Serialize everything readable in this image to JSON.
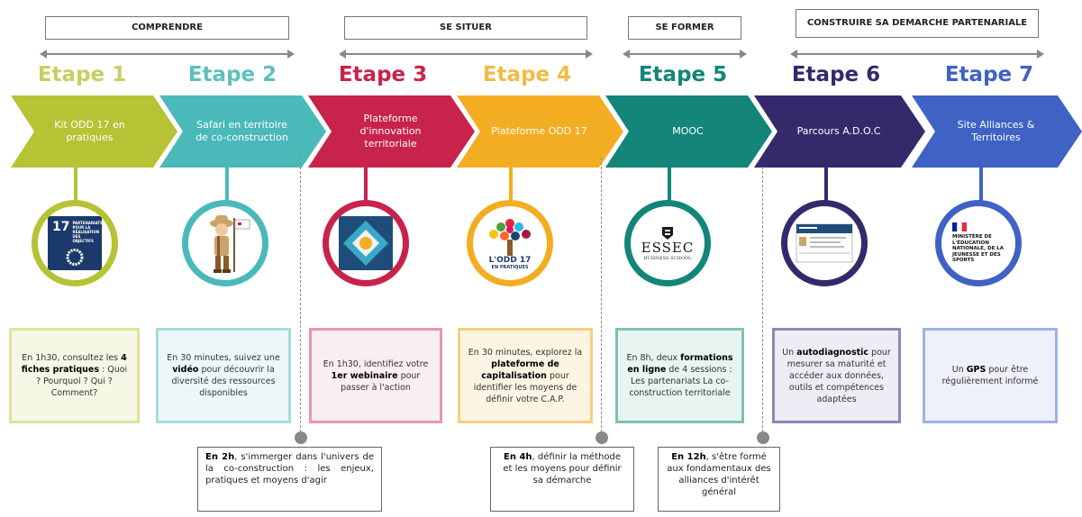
{
  "groups": [
    {
      "label": "COMPRENDRE"
    },
    {
      "label": "SE SITUER"
    },
    {
      "label": "SE FORMER"
    },
    {
      "label": "CONSTRUIRE SA DEMARCHE PARTENARIALE"
    }
  ],
  "steps": [
    {
      "etape": "Etape 1",
      "title": "Kit ODD 17 en pratiques",
      "color": "#b5c334",
      "etape_color": "#c7cf63",
      "card_pre": "En 1h30, consultez les ",
      "card_bold": "4 fiches pratiques",
      "card_post": " : Quoi ? Pourquoi ? Qui ? Comment?",
      "card_bg": "#f7f7e6"
    },
    {
      "etape": "Etape 2",
      "title": "Safari en territoire de co-construction",
      "color": "#4bb9b9",
      "etape_color": "#5fbfbf",
      "card_pre": "En 30 minutes, suivez une ",
      "card_bold": "vidéo",
      "card_post": " pour découvrir la diversité des ressources disponibles",
      "card_bg": "#eef7f7"
    },
    {
      "etape": "Etape 3",
      "title": "Plateforme d'innovation territoriale",
      "color": "#c8234b",
      "etape_color": "#c8234b",
      "card_pre": "En 1h30, identifiez votre ",
      "card_bold": "1er webinaire",
      "card_post": " pour passer à l'action",
      "card_bg": "#fbeef0"
    },
    {
      "etape": "Etape 4",
      "title": "Plateforme ODD 17",
      "color": "#f3ad22",
      "etape_color": "#f2bb45",
      "card_pre": "En 30 minutes, explorez la ",
      "card_bold": "plateforme de capitalisation",
      "card_post": " pour identifier les moyens de définir votre C.A.P.",
      "card_bg": "#fdf5e4"
    },
    {
      "etape": "Etape 5",
      "title": "MOOC",
      "color": "#138579",
      "etape_color": "#138579",
      "card_pre": "En 8h, deux ",
      "card_bold": "formations en ligne",
      "card_post": " de 4 sessions : Les partenariats La co-construction territoriale",
      "card_bg": "#e8f4f2"
    },
    {
      "etape": "Etape 6",
      "title": "Parcours A.D.O.C",
      "color": "#35296b",
      "etape_color": "#35296b",
      "card_pre": "Un ",
      "card_bold": "autodiagnostic",
      "card_post": " pour mesurer sa maturité et accéder aux données, outils et compétences adaptées",
      "card_bg": "#eeedf5"
    },
    {
      "etape": "Etape 7",
      "title": "Site Alliances & Territoires",
      "color": "#3f62c4",
      "etape_color": "#3f62c4",
      "card_pre": "Un ",
      "card_bold": "GPS",
      "card_post": " pour être régulièrement informé",
      "card_bg": "#eef1fa"
    }
  ],
  "logos": {
    "odd17": {
      "number": "17",
      "text": "PARTENARIATS POUR LA RÉALISATION DES OBJECTIFS"
    },
    "tree": {
      "line1": "L'ODD 17",
      "line2": "EN PRATIQUES"
    },
    "essec": {
      "name": "ESSEC",
      "sub": "BUSINESS SCHOOL"
    },
    "ministere": {
      "text": "MINISTÈRE DE L'ÉDUCATION NATIONALE, DE LA JEUNESSE ET DES SPORTS"
    }
  },
  "notes": [
    {
      "bold": "En 2h",
      "text": ", s'immerger dans l'univers de la co-construction : les enjeux, pratiques et moyens d'agir"
    },
    {
      "bold": "En 4h",
      "text": ", définir la méthode et les moyens pour définir sa démarche"
    },
    {
      "bold": "En 12h",
      "text": ", s'être formé aux fondamentaux des alliances d'intérêt général"
    }
  ],
  "colors": {
    "gray": "#888888"
  }
}
